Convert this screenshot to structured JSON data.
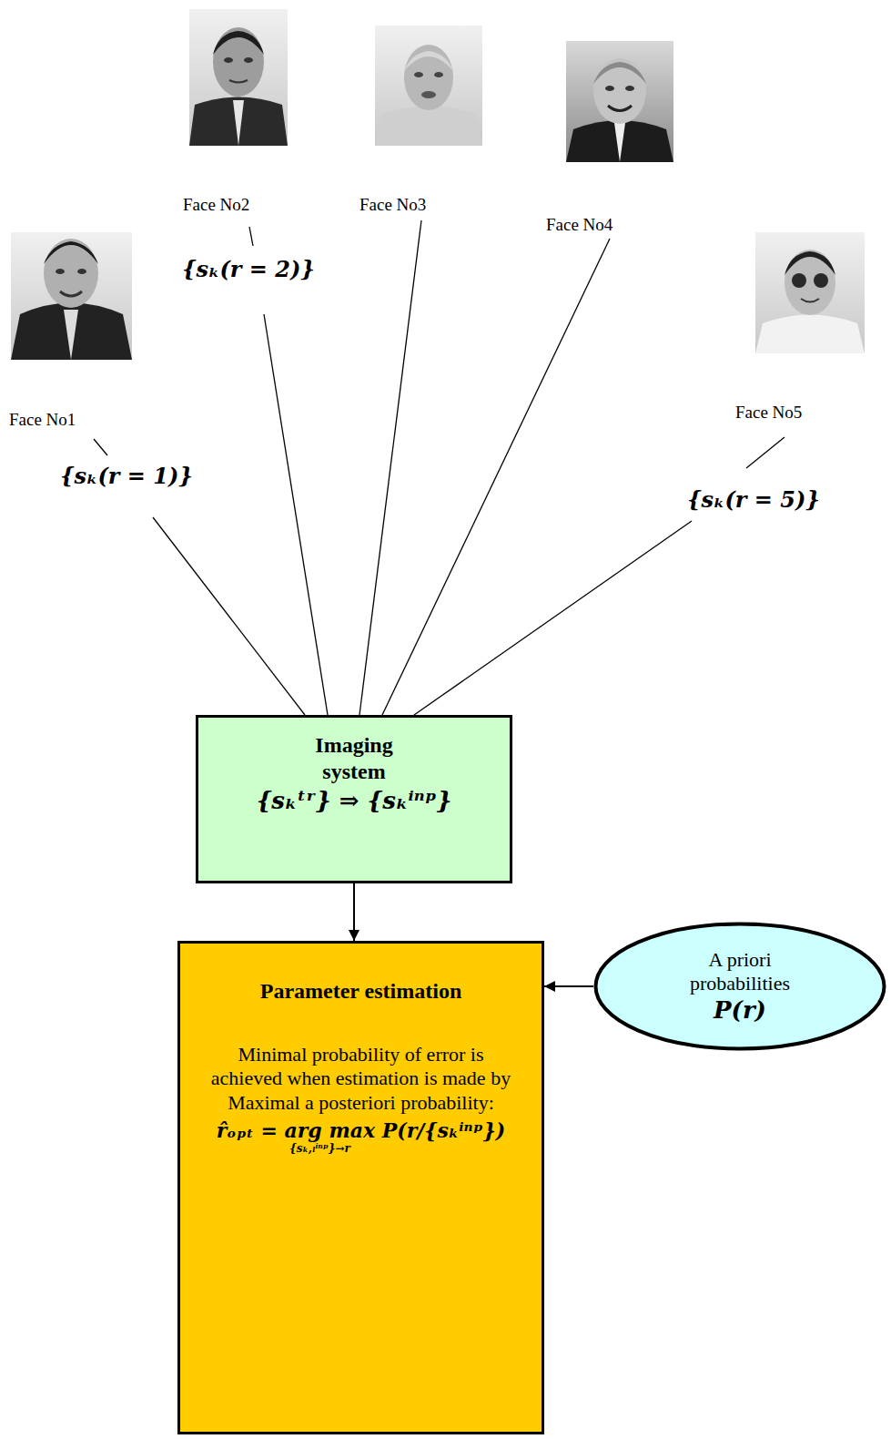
{
  "diagram": {
    "nodes": [
      {
        "text": [
          "Imaging system",
          "{sₖᵗʳ} ⇒ {sₖⁱⁿᵖ}"
        ]
      },
      {
        "text": [
          "Parameter estimation",
          "Minimal probability of error is achieved when estimation is made by Maximal a posteriori probability:",
          "r̂ₒₚₜ = arg max P(r/{sₖⁱⁿᵖ})",
          "{sₖ,ₗⁱⁿᵖ}→r"
        ]
      },
      {
        "text": [
          "A priori probabilities",
          "P(r)"
        ]
      }
    ],
    "edges": [
      {
        "from": 0,
        "to": 1,
        "arrow": "to"
      },
      {
        "from": 2,
        "to": 1,
        "arrow": "to"
      }
    ],
    "labels": [
      "Face No1",
      "{sₖ(r = 1)}",
      "Face No2",
      "{sₖ(r = 2)}",
      "Face No3",
      "Face No4",
      "Face No5",
      "{sₖ(r = 5)}"
    ]
  }
}
